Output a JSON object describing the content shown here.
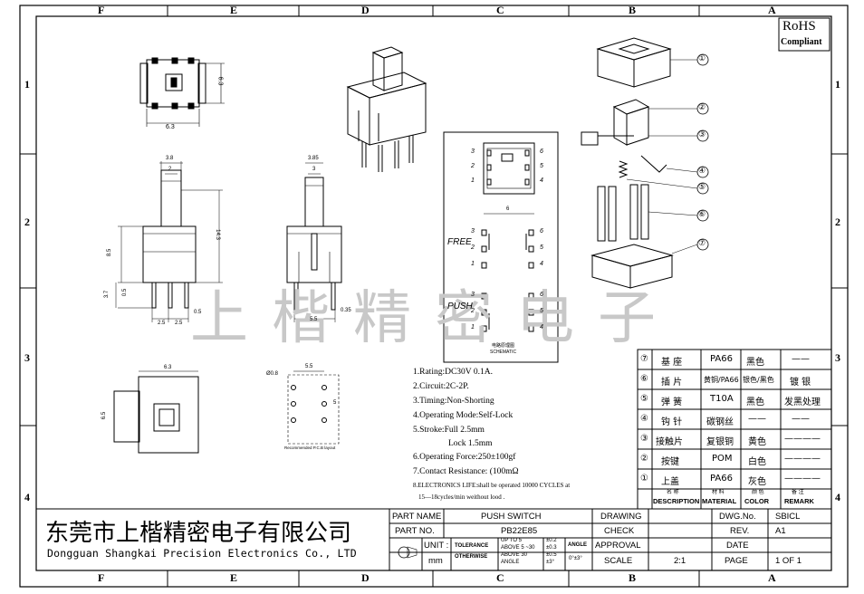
{
  "border": {
    "cols_top": [
      "F",
      "E",
      "D",
      "C",
      "B",
      "A"
    ],
    "cols_bottom": [
      "F",
      "E",
      "D",
      "C",
      "B",
      "A"
    ],
    "rows": [
      "1",
      "2",
      "3",
      "4"
    ]
  },
  "rohs": {
    "line1": "RoHS",
    "line2": "Compliant"
  },
  "watermark": [
    "上",
    "楷",
    "精",
    "密",
    "电",
    "子"
  ],
  "dims": {
    "top_w": "6.3",
    "top_h": "6.3",
    "front_38": "3.8",
    "front_2": "2",
    "front_85": "8.5",
    "front_143": "14.3",
    "front_37": "3.7",
    "front_05a": "0.5",
    "front_05b": "0.5",
    "front_25a": "2.5",
    "front_25b": "2.5",
    "side_385": "3.85",
    "side_3": "3",
    "side_035": "0.35",
    "side_55": "5.5",
    "bottom_63": "6.3",
    "bottom_65": "6.5",
    "pcb_55": "5.5",
    "pcb_5": "5",
    "pcb_hole": "Ø0.8",
    "pcb_label": "Recommended P.C.B layout",
    "sch_6": "6"
  },
  "schematic": {
    "pins_left": [
      "3",
      "2",
      "1"
    ],
    "pins_right": [
      "6",
      "5",
      "4"
    ],
    "free": "FREE",
    "push": "PUSH",
    "label_cn": "电路原理图",
    "label_en": "SCHEMATIC"
  },
  "notes": [
    "1.Rating:DC30V 0.1A.",
    "2.Circuit:2C-2P.",
    "3.Timing:Non-Shorting",
    "4.Operating Mode:Self-Lock",
    "5.Stroke:Full 2.5mm",
    "Lock 1.5mm",
    "6.Operating Force:250±100gf",
    "7.Contact Resistance: (100mΩ",
    "8.ELECTRONICS LIFE:shall be operated 10000 CYCLES at",
    "15—18cycles/min weithout lood ."
  ],
  "callouts": [
    "⑦",
    "⑥",
    "⑤",
    "④",
    "③",
    "②",
    "①"
  ],
  "bom": {
    "rows": [
      {
        "no": "⑦",
        "name": "基 座",
        "material": "PA66",
        "color": "黑色",
        "remark": "——"
      },
      {
        "no": "⑥",
        "name": "插 片",
        "material": "黄铜/PA66",
        "color": "银色/黑色",
        "remark": "镀 银"
      },
      {
        "no": "⑤",
        "name": "弹 簧",
        "material": "T10A",
        "color": "黑色",
        "remark": "发黑处理"
      },
      {
        "no": "④",
        "name": "钩 针",
        "material": "碳钢丝",
        "color": "——",
        "remark": "——"
      },
      {
        "no": "③",
        "name": "接触片",
        "material": "复银铜",
        "color": "黄色",
        "remark": "————"
      },
      {
        "no": "②",
        "name": "按键",
        "material": "POM",
        "color": "白色",
        "remark": "————"
      },
      {
        "no": "①",
        "name": "上盖",
        "material": "PA66",
        "color": "灰色",
        "remark": "————"
      }
    ],
    "header": {
      "name_cn": "名 称",
      "name_en": "DESCRIPTION",
      "material_cn": "材 料",
      "material_en": "MATERIAL",
      "color_cn": "颜 色",
      "color_en": "COLOR",
      "remark_cn": "备 注",
      "remark_en": "REMARK"
    }
  },
  "company": {
    "cn": "东莞市上楷精密电子有限公司",
    "en": "Dongguan Shangkai Precision Electronics Co., LTD"
  },
  "title_block": {
    "part_name_label": "PART NAME",
    "part_name": "PUSH SWITCH",
    "part_no_label": "PART NO.",
    "part_no": "PB22E85",
    "unit_label": "UNIT :",
    "unit": "mm",
    "tolerance": "TOLERANCE",
    "otherwise": "OTHERWISE",
    "tol_rows": [
      {
        "range": "UP TO 5",
        "val": "±0.2"
      },
      {
        "range": "ABOVE 5 ~30",
        "val": "±0.3"
      },
      {
        "range": "ABOVE 30",
        "val": "±0.5"
      },
      {
        "range": "ANGLE",
        "val": "±3°"
      }
    ],
    "angle_label": "ANGLE",
    "angle_val": "0°±3°",
    "drawing": "DRAWING",
    "check": "CHECK",
    "approval": "APPROVAL",
    "scale_label": "SCALE",
    "scale": "2:1",
    "page_label": "PAGE",
    "page": "1 OF 1",
    "dwg_label": "DWG.No.",
    "dwg": "SBICL",
    "rev_label": "REV.",
    "rev": "A1",
    "date_label": "DATE"
  }
}
